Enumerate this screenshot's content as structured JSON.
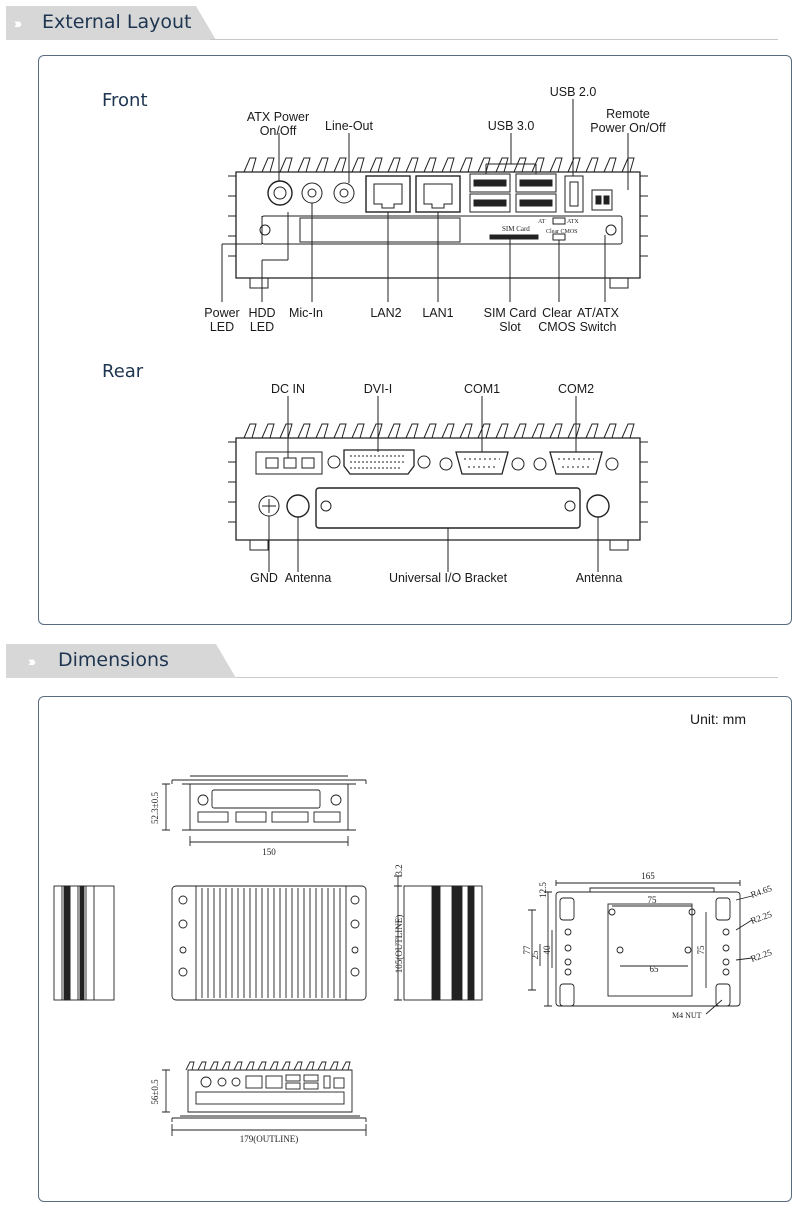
{
  "sections": {
    "external_layout": {
      "title": "External Layout"
    },
    "dimensions": {
      "title": "Dimensions"
    }
  },
  "front": {
    "title": "Front",
    "top_labels": {
      "atx_power_line1": "ATX Power",
      "atx_power_line2": "On/Off",
      "line_out": "Line-Out",
      "usb3": "USB 3.0",
      "usb2": "USB 2.0",
      "remote_line1": "Remote",
      "remote_line2": "Power On/Off"
    },
    "bottom_labels": {
      "power_led_line1": "Power",
      "power_led_line2": "LED",
      "hdd_led_line1": "HDD",
      "hdd_led_line2": "LED",
      "mic_in": "Mic-In",
      "lan2": "LAN2",
      "lan1": "LAN1",
      "sim_line1": "SIM Card",
      "sim_line2": "Slot",
      "clear_line1": "Clear",
      "clear_line2": "CMOS",
      "atatx_line1": "AT/ATX",
      "atatx_line2": "Switch"
    },
    "panel_marks": {
      "sim_card": "SIM Card",
      "at": "AT",
      "atx": "ATX",
      "clear_cmos": "Clear CMOS"
    }
  },
  "rear": {
    "title": "Rear",
    "top_labels": {
      "dc_in": "DC IN",
      "dvi": "DVI-I",
      "com1": "COM1",
      "com2": "COM2"
    },
    "bottom_labels": {
      "gnd": "GND",
      "antenna_left": "Antenna",
      "bracket": "Universal I/O Bracket",
      "antenna_right": "Antenna"
    }
  },
  "dimensions": {
    "unit": "Unit: mm",
    "labels": {
      "rear_height": "52.3±0.5",
      "rear_width": "150",
      "side_top": "3.2",
      "side_height": "105(OUTLINE)",
      "bottom_width": "165",
      "bottom_inner_width": "75",
      "bottom_mid_width": "65",
      "bottom_inner_height": "75",
      "left_12_5": "12.5",
      "left_77": "77",
      "left_40": "40",
      "left_25": "25",
      "r_4_65": "R4.65",
      "r_2_25_a": "R2.25",
      "r_2_25_b": "R2.25",
      "m4_nut": "M4 NUT",
      "front_height": "56±0.5",
      "front_width": "179(OUTLINE)"
    }
  }
}
